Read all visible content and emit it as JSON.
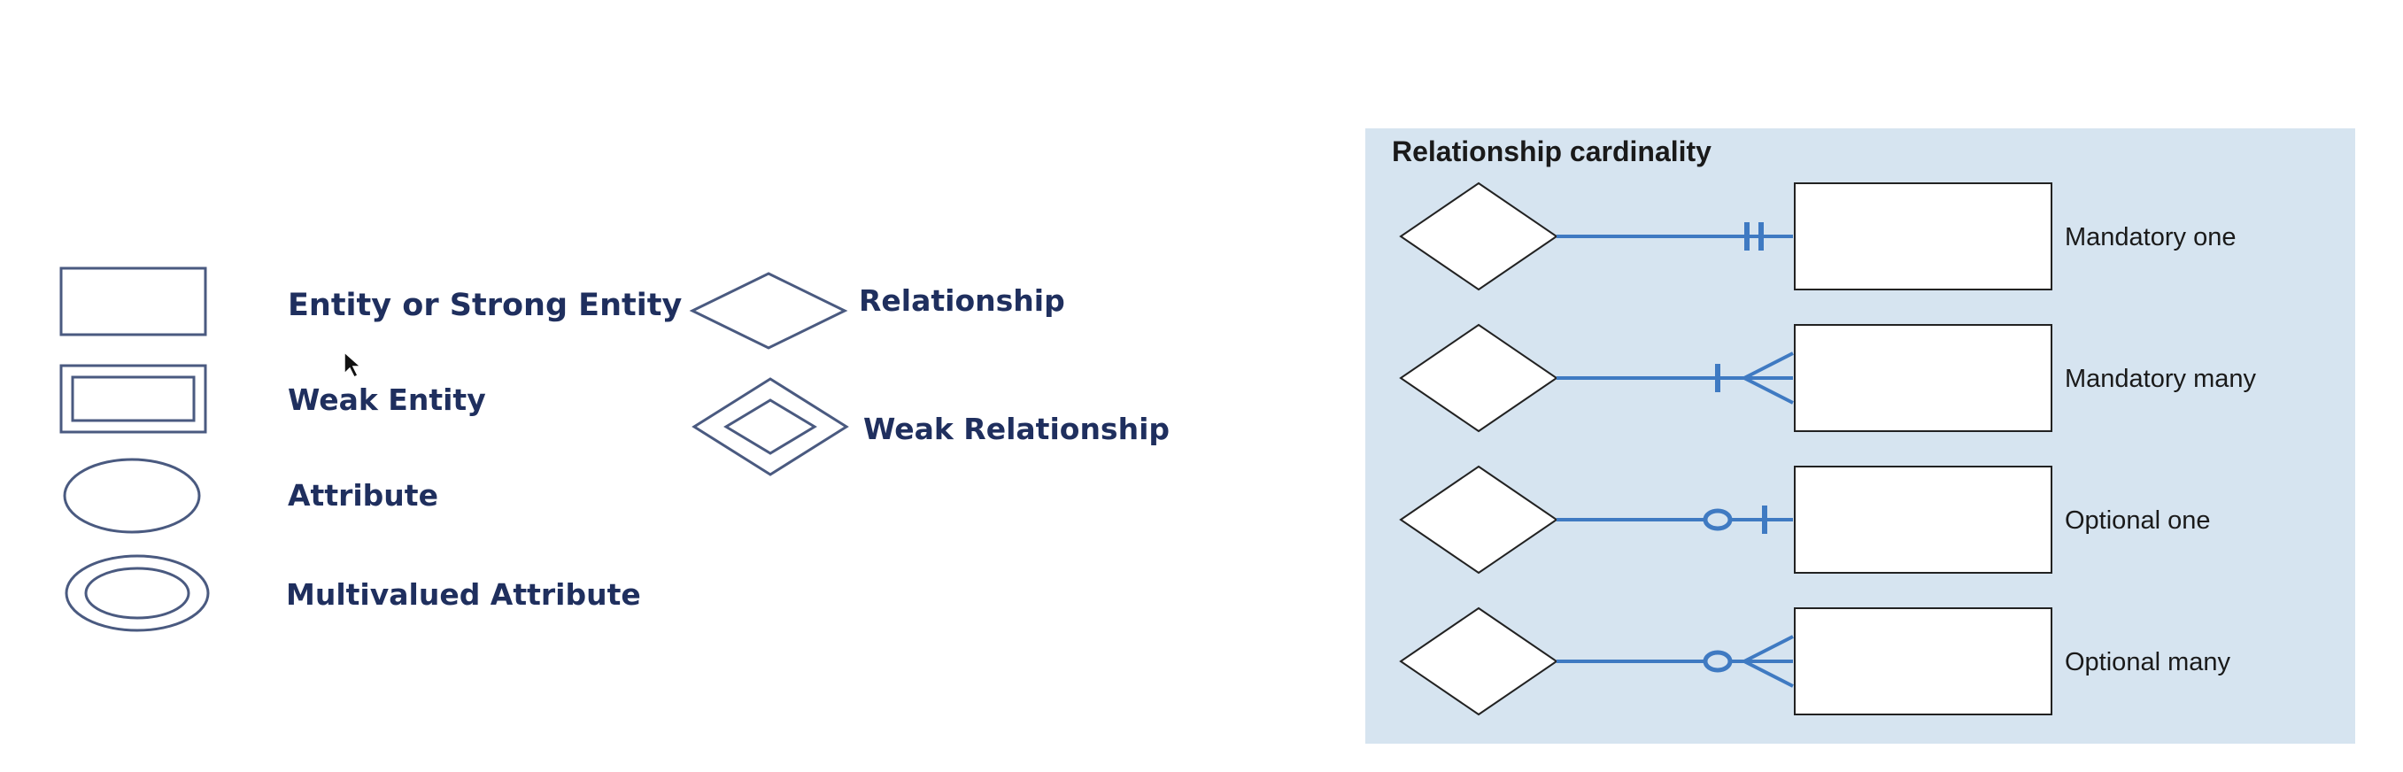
{
  "legend": {
    "entity": "Entity or Strong Entity",
    "weak_entity": "Weak Entity",
    "attribute": "Attribute",
    "multivalued_attribute": "Multivalued Attribute",
    "relationship": "Relationship",
    "weak_relationship": "Weak Relationship"
  },
  "cardinality": {
    "title": "Relationship cardinality",
    "rows": [
      {
        "label": "Mandatory one"
      },
      {
        "label": "Mandatory many"
      },
      {
        "label": "Optional one"
      },
      {
        "label": "Optional many"
      }
    ]
  },
  "colors": {
    "shape_stroke": "#4a5a80",
    "label_text": "#1f2f5e",
    "panel_bg": "#d6e4f0",
    "connector": "#3f7ac2"
  }
}
